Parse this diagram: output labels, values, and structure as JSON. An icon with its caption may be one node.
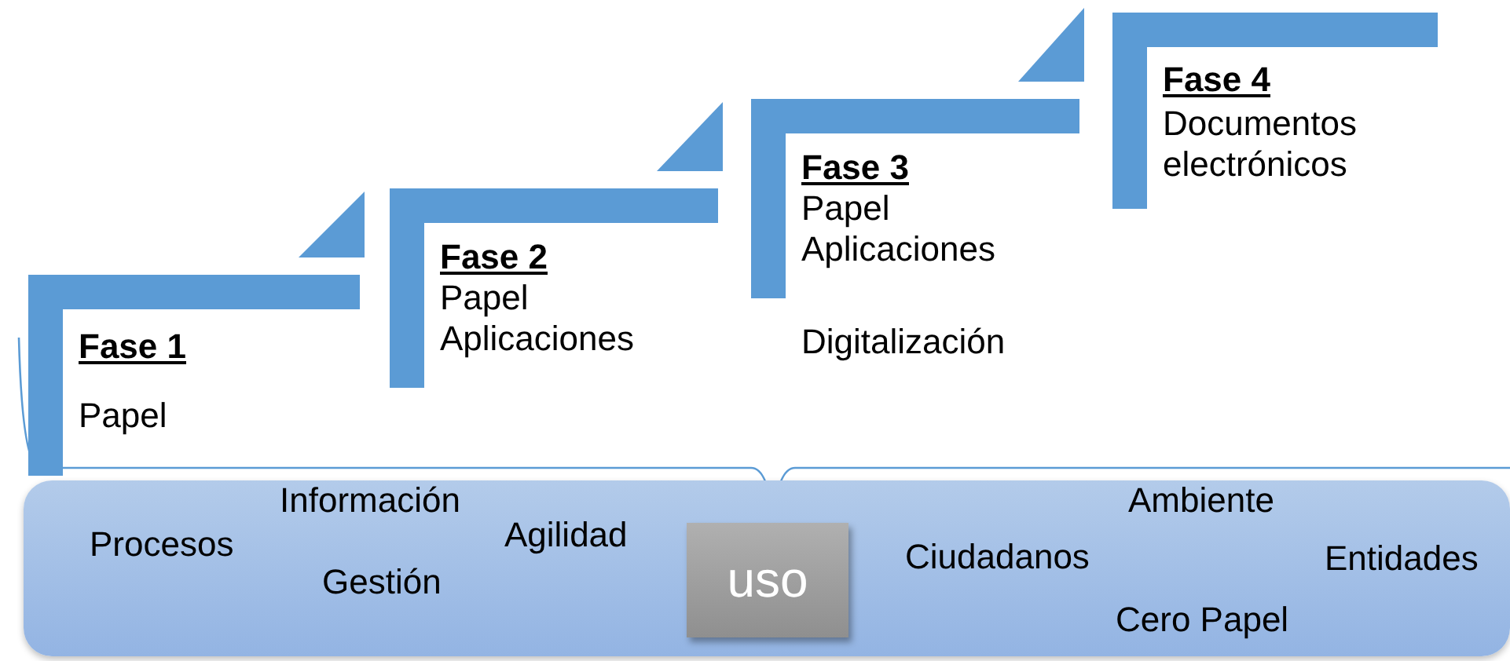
{
  "diagram": {
    "nodes": [
      {
        "text": [
          "Fase 1",
          "Papel"
        ]
      },
      {
        "text": [
          "Fase 2",
          "Papel Aplicaciones"
        ]
      },
      {
        "text": [
          "Fase 3",
          "Papel Aplicaciones",
          "Digitalización"
        ]
      },
      {
        "text": [
          "Fase 4",
          "Documentos electrónicos"
        ]
      },
      {
        "text": [
          "Información",
          "Procesos",
          "Agilidad",
          "Gestión",
          "Ambiente",
          "Ciudadanos",
          "Entidades",
          "Cero Papel"
        ]
      },
      {
        "text": [
          "uso"
        ],
        "in": 4
      }
    ]
  }
}
